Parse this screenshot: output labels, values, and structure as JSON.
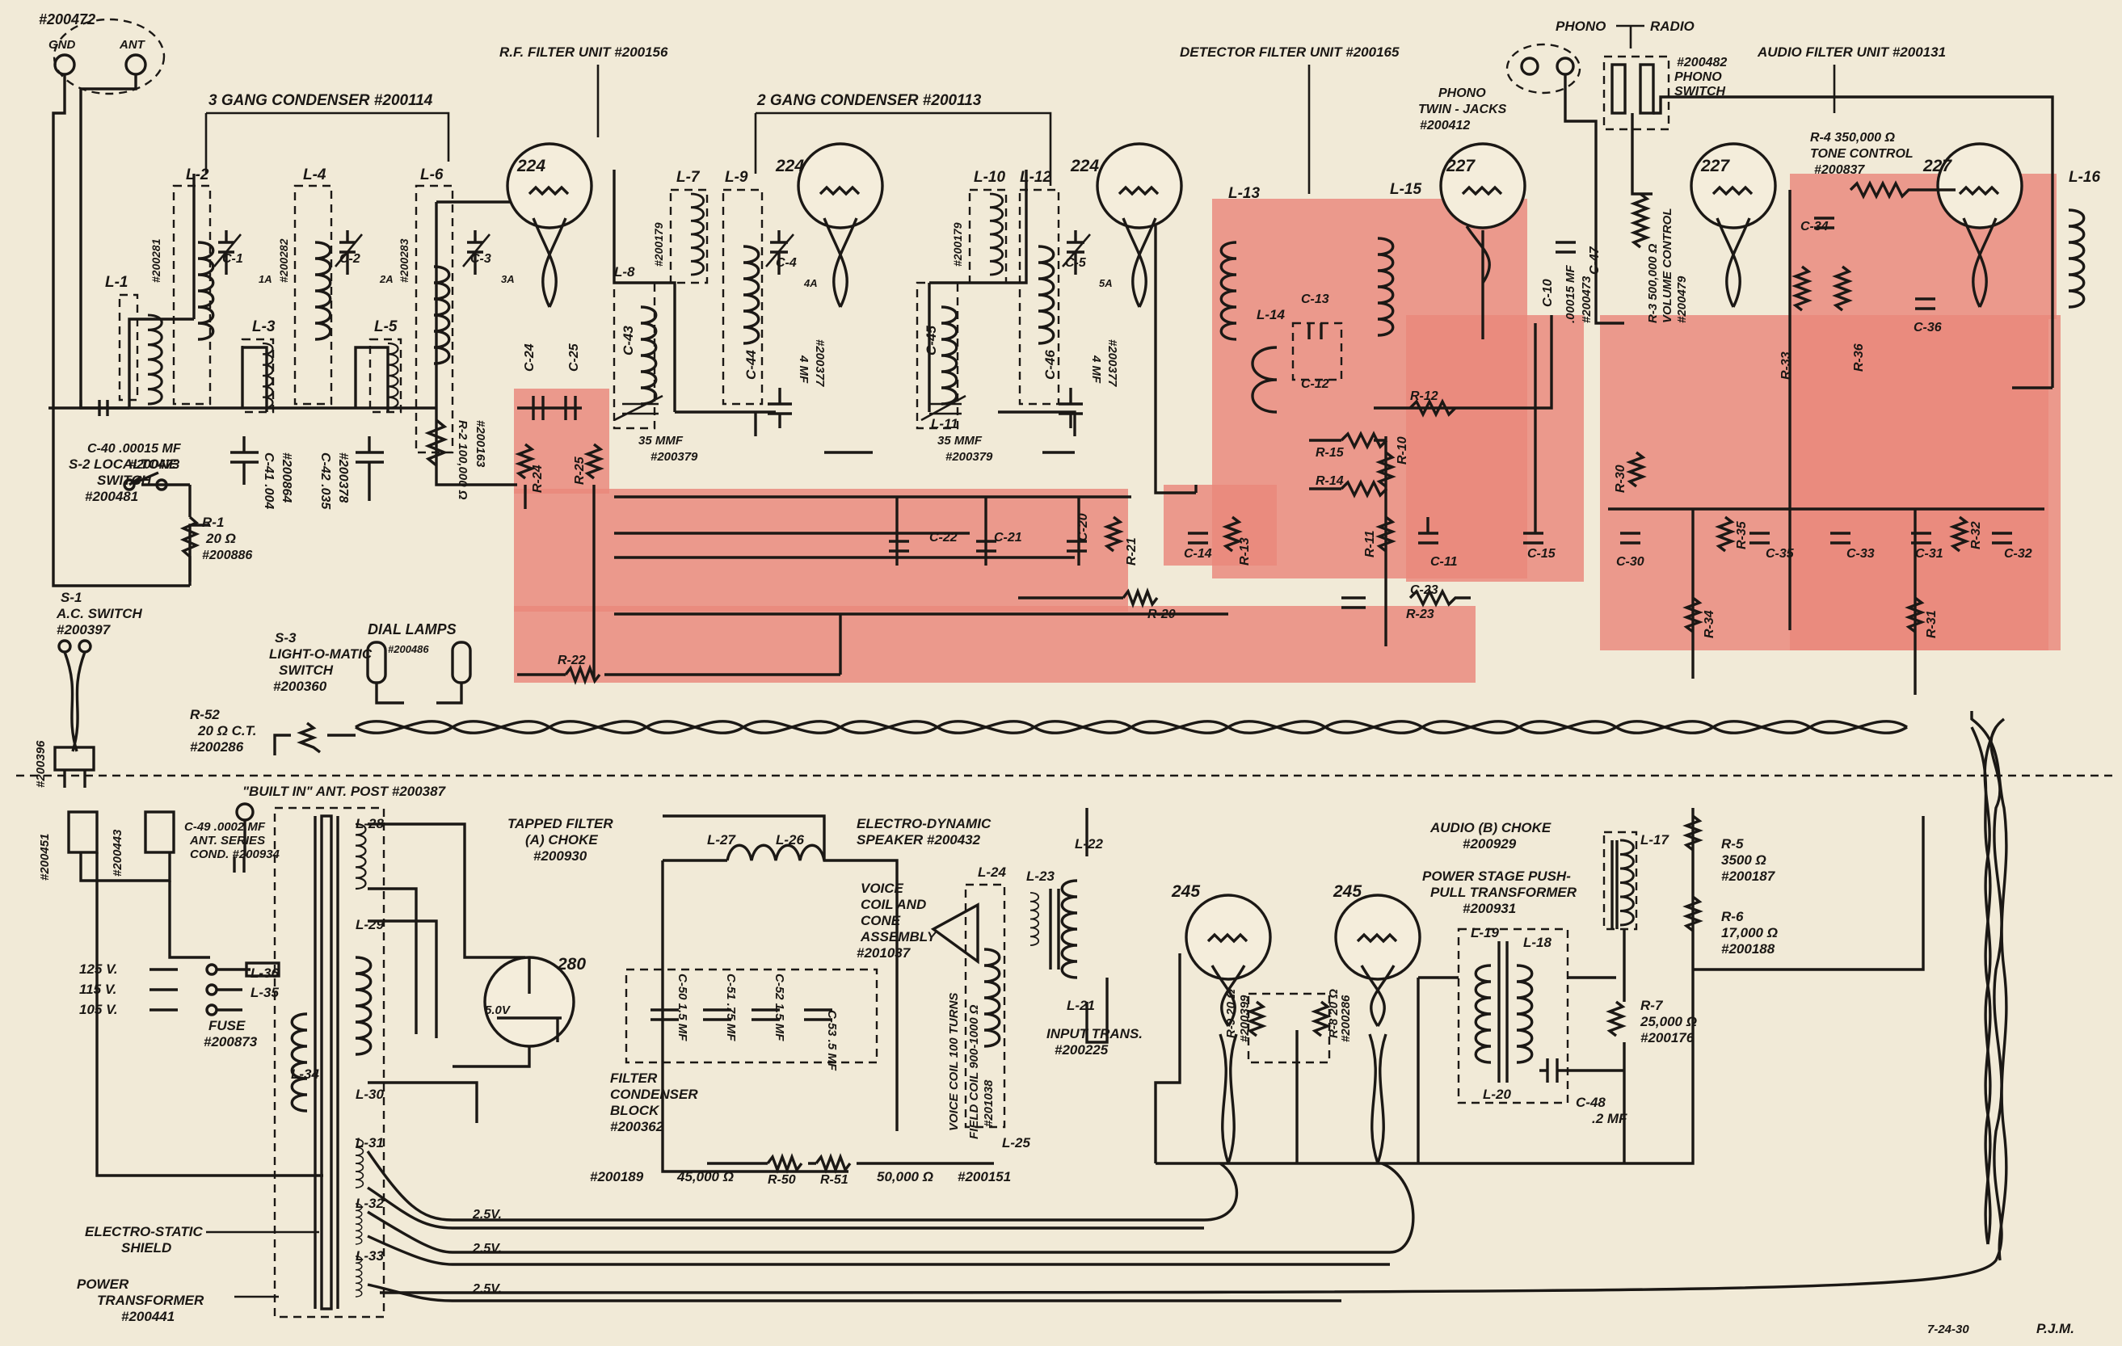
{
  "antenna": {
    "part": "#200472",
    "gnd": "GND",
    "ant": "ANT"
  },
  "titles": {
    "rf_filter": "R.F. FILTER UNIT #200156",
    "detector_filter": "DETECTOR FILTER UNIT #200165",
    "audio_filter": "AUDIO FILTER UNIT #200131",
    "gang3": "3 GANG CONDENSER #200114",
    "gang2": "2 GANG CONDENSER #200113"
  },
  "phono": {
    "phono": "PHONO",
    "radio": "RADIO",
    "switch_part": "#200482",
    "switch_name1": "PHONO",
    "switch_name2": "SWITCH",
    "jacks1": "PHONO",
    "jacks2": "TWIN - JACKS",
    "jacks_part": "#200412"
  },
  "tubes": {
    "t1": "224",
    "t2": "224",
    "t3": "224",
    "t4": "227",
    "t5": "227",
    "t6": "227",
    "t7": "280",
    "t8": "245",
    "t9": "245"
  },
  "coils": {
    "l1": "L-1",
    "l2": "L-2",
    "l3": "L-3",
    "l4": "L-4",
    "l5": "L-5",
    "l6": "L-6",
    "l7": "L-7",
    "l8": "L-8",
    "l9": "L-9",
    "l10": "L-10",
    "l11": "L-11",
    "l12": "L-12",
    "l13": "L-13",
    "l14": "L-14",
    "l15": "L-15",
    "l16": "L-16",
    "l17": "L-17",
    "l18": "L-18",
    "l19": "L-19",
    "l20": "L-20",
    "l21": "L-21",
    "l22": "L-22",
    "l23": "L-23",
    "l24": "L-24",
    "l25": "L-25",
    "l26": "L-26",
    "l27": "L-27",
    "l28": "L-28",
    "l29": "L-29",
    "l30": "L-30",
    "l31": "L-31",
    "l32": "L-32",
    "l33": "L-33",
    "l34": "L-34",
    "l35": "L-35",
    "l36": "L-36"
  },
  "caps": {
    "c1": "C-1",
    "c1a": "1A",
    "c2": "C-2",
    "c2a": "2A",
    "c3": "C-3",
    "c3a": "3A",
    "c4": "C-4",
    "c4a": "4A",
    "c5": "C-5",
    "c5a": "5A",
    "c10": "C-10",
    "c11": "C-11",
    "c12": "C-12",
    "c13": "C-13",
    "c14": "C-14",
    "c15": "C-15",
    "c20": "C-20",
    "c21": "C-21",
    "c22": "C-22",
    "c23": "C-23",
    "c24": "C-24",
    "c25": "C-25",
    "c30": "C-30",
    "c31": "C-31",
    "c32": "C-32",
    "c33": "C-33",
    "c34": "C-34",
    "c35": "C-35",
    "c36": "C-36",
    "c43": "C-43",
    "c44": "C-44",
    "c45": "C-45",
    "c46": "C-46",
    "c47": "C-47",
    "c40": "C-40 .00015 MF",
    "c40_part": "#200473",
    "c41": "C-41 .004",
    "c41_part": "#200864",
    "c42": "C-42 .035",
    "c42_part": "#200378",
    "c44_val": "4 MF",
    "c44_part": "#200377",
    "c46_val": "4 MF",
    "c46_part": "#200377",
    "mmf35a": "35 MMF",
    "mmf35a_part": "#200379",
    "mmf35b": "35 MMF",
    "mmf35b_part": "#200379",
    "c10_val": ".00015 MF",
    "c10_part": "#200473",
    "c48": "C-48",
    "c48_val": ".2 MF",
    "c49": "C-49 .0002 MF",
    "c49_b": "ANT. SERIES",
    "c49_c": "COND. #200934",
    "c50": "C-50 1.5 MF",
    "c51": "C-51 .75 MF",
    "c52": "C-52 1.5 MF",
    "c53": "C-53 .5 MF"
  },
  "resistors": {
    "r1": "R-1",
    "r1_val": "20 Ω",
    "r1_part": "#200886",
    "r2": "R-2 100,000 Ω",
    "r2_part": "#200163",
    "r4": "R-4 350,000 Ω",
    "r4_b": "TONE CONTROL",
    "r4_part": "#200837",
    "r3": "R-3 500,000 Ω",
    "r3_b": "VOLUME CONTROL",
    "r3_part": "#200479",
    "r5": "R-5",
    "r5_val": "3500 Ω",
    "r5_part": "#200187",
    "r6": "R-6",
    "r6_val": "17,000 Ω",
    "r6_part": "#200188",
    "r7": "R-7",
    "r7_val": "25,000 Ω",
    "r7_part": "#200176",
    "r8": "R-8 20 Ω",
    "r8_part": "#200286",
    "r9": "R-9 20 Ω",
    "r9_part": "#200399",
    "r10": "R-10",
    "r11": "R-11",
    "r12": "R-12",
    "r13": "R-13",
    "r14": "R-14",
    "r15": "R-15",
    "r20": "R-20",
    "r21": "R-21",
    "r22": "R-22",
    "r23": "R-23",
    "r24": "R-24",
    "r25": "R-25",
    "r30": "R-30",
    "r31": "R-31",
    "r32": "R-32",
    "r33": "R-33",
    "r34": "R-34",
    "r35": "R-35",
    "r36": "R-36",
    "r50": "R-50",
    "r51": "R-51",
    "r52": "R-52",
    "r52_val": "20 Ω C.T.",
    "r52_part": "#200286",
    "r50_val": "45,000 Ω",
    "r51_val": "50,000 Ω",
    "r50_part": "#200189",
    "r51_part": "#200151"
  },
  "coil_parts": {
    "l2_part": "#200281",
    "l4_part": "#200282",
    "l6_part": "#200283",
    "l7_part": "#200179",
    "l10_part": "#200179"
  },
  "switches": {
    "s1": "S-1",
    "s1_b": "A.C. SWITCH",
    "s1_part": "#200397",
    "s2": "S-2 LOCALTONE",
    "s2_b": "SWITCH",
    "s2_part": "#200481",
    "s3": "S-3",
    "s3_b": "LIGHT-O-MATIC",
    "s3_c": "SWITCH",
    "s3_part": "#200360",
    "dial_lamps": "DIAL LAMPS",
    "dial_part": "#200486",
    "plug_part": "#200396"
  },
  "power": {
    "p451": "#200451",
    "p443": "#200443",
    "ant_post": "\"BUILT IN\" ANT. POST #200387",
    "v125": "125 V.",
    "v115": "115 V.",
    "v105": "105 V.",
    "fuse": "FUSE",
    "fuse_part": "#200873",
    "tapped1": "TAPPED FILTER",
    "tapped2": "(A) CHOKE",
    "tapped_part": "#200930",
    "speaker1": "ELECTRO-DYNAMIC",
    "speaker2": "SPEAKER #200432",
    "voice1": "VOICE",
    "voice2": "COIL AND",
    "voice3": "CONE",
    "voice4": "ASSEMBLY",
    "voice_part": "#201037",
    "voice_coil": "VOICE COIL 100 TURNS",
    "field_coil": "FIELD COIL 900-1000 Ω",
    "field_part": "#201038",
    "input1": "INPUT TRANS.",
    "input_part": "#200225",
    "block1": "FILTER",
    "block2": "CONDENSER",
    "block3": "BLOCK",
    "block_part": "#200362",
    "v5": "5.0V",
    "v25a": "2.5V.",
    "v25b": "2.5V.",
    "v25c": "2.5V.",
    "shield1": "ELECTRO-STATIC",
    "shield2": "SHIELD",
    "ptrans1": "POWER",
    "ptrans2": "TRANSFORMER",
    "ptrans_part": "#200441",
    "achoke": "AUDIO (B) CHOKE",
    "achoke_part": "#200929",
    "push1": "POWER STAGE PUSH-",
    "push2": "PULL TRANSFORMER",
    "push_part": "#200931"
  },
  "footer": {
    "date": "7-24-30",
    "initials": "P.J.M."
  },
  "colors": {
    "ink": "#1b1815",
    "paper": "#f1ead7",
    "filter_highlight": "#e9877b"
  }
}
